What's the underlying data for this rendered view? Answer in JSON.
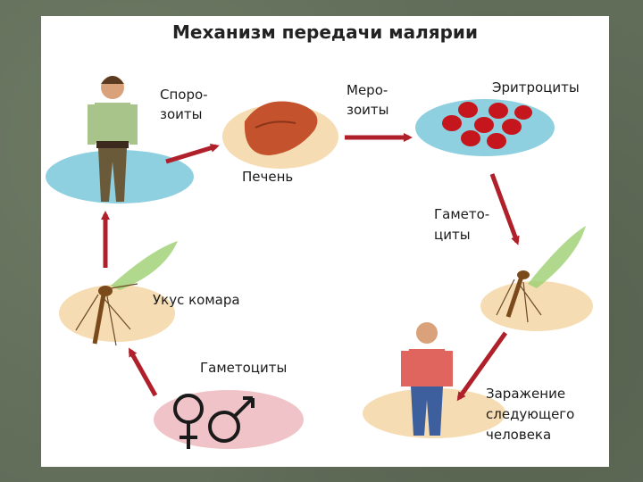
{
  "title": "Механизм передачи малярии",
  "labels": {
    "sporozoites_1": "Споро-",
    "sporozoites_2": "зоиты",
    "liver": "Печень",
    "merozoites_1": "Меро-",
    "merozoites_2": "зоиты",
    "erythrocytes": "Эритроциты",
    "gametocytes_top_1": "Гамето-",
    "gametocytes_top_2": "циты",
    "mosquito_bite": "Укус комара",
    "gametocytes_bottom": "Гаметоциты",
    "infection_1": "Заражение",
    "infection_2": "следующего",
    "infection_3": "человека"
  },
  "colors": {
    "arrow": "#b0202a",
    "ellipse_blue": "#8fd0e0",
    "ellipse_peach": "#f6dcb2",
    "ellipse_pink": "#f0c3c8",
    "blood_cell": "#c4161c"
  }
}
